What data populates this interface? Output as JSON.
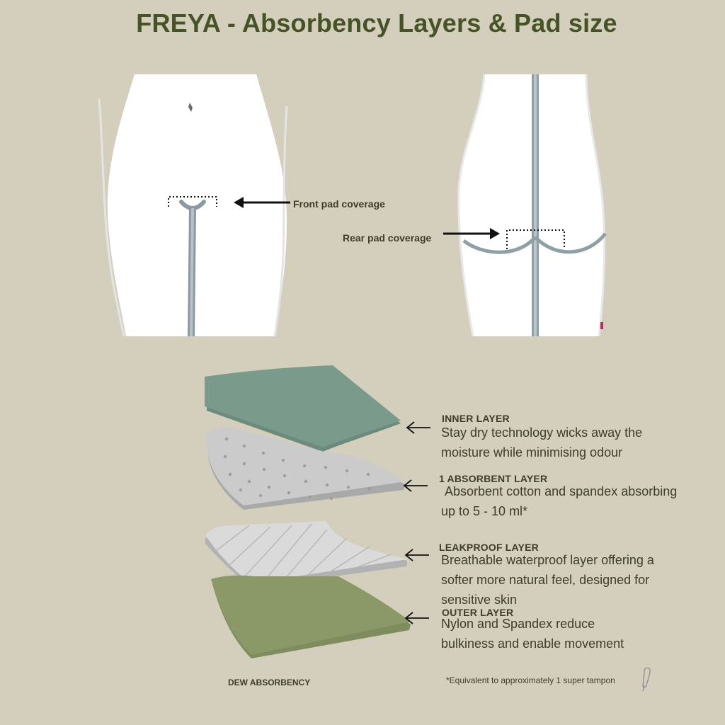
{
  "title": "FREYA - Absorbency Layers & Pad size",
  "coverage": {
    "front_label": "Front pad coverage",
    "rear_label": "Rear pad coverage"
  },
  "layers": [
    {
      "title": "INNER LAYER",
      "desc": "Stay dry technology wicks away the moisture while minimising odour",
      "color": "#7a9a8c"
    },
    {
      "title": "1 ABSORBENT LAYER",
      "desc": " Absorbent cotton and spandex absorbing up to 5 - 10 ml*",
      "color": "#cfcfcf"
    },
    {
      "title": "LEAKPROOF LAYER",
      "desc": "Breathable waterproof layer offering a softer more natural feel, designed for sensitive skin",
      "color": "#d8d8d8"
    },
    {
      "title": "OUTER LAYER",
      "desc": "Nylon and Spandex reduce bulkiness and enable movement",
      "color": "#8b9868"
    }
  ],
  "footer": {
    "brand": "DEW ABSORBENCY",
    "note": "*Equivalent to approximately 1 super tampon"
  }
}
